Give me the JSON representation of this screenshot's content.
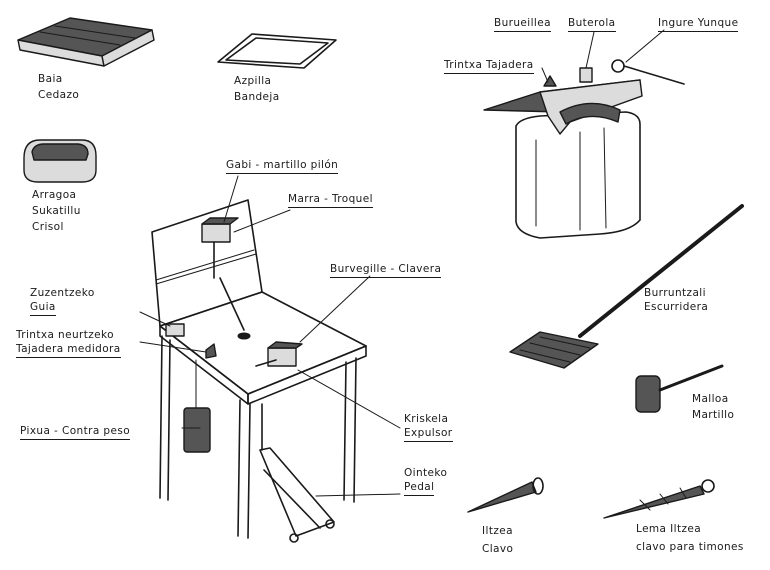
{
  "labels": {
    "baia": "Baia",
    "cedazo": "Cedazo",
    "azpilla": "Azpilla",
    "bandeja": "Bandeja",
    "arragoa": "Arragoa",
    "sukatillu": "Sukatillu",
    "crisol": "Crisol",
    "gabi": "Gabi - martillo pilón",
    "marra": "Marra - Troquel",
    "zuzentzeko": "Zuzentzeko",
    "guia": "Guia",
    "burvegille": "Burvegille - Clavera",
    "trintxa_neurtzeko": "Trintxa neurtzeko",
    "tajadera_medidora": "Tajadera medidora",
    "pixua": "Pixua - Contra peso",
    "kriskela": "Kriskela",
    "expulsor": "Expulsor",
    "ointeko": "Ointeko",
    "pedal": "Pedal",
    "burueillea": "Burueillea",
    "buterola": "Buterola",
    "ingure_yunque": "Ingure Yunque",
    "trintxa_tajadera": "Trintxa Tajadera",
    "burruntzali": "Burruntzali",
    "escurridera": "Escurridera",
    "malloa": "Malloa",
    "martillo": "Martillo",
    "iltzea": "Iltzea",
    "clavo": "Clavo",
    "lema_iltzea": "Lema Iltzea",
    "clavo_para_timones": "clavo para timones"
  }
}
